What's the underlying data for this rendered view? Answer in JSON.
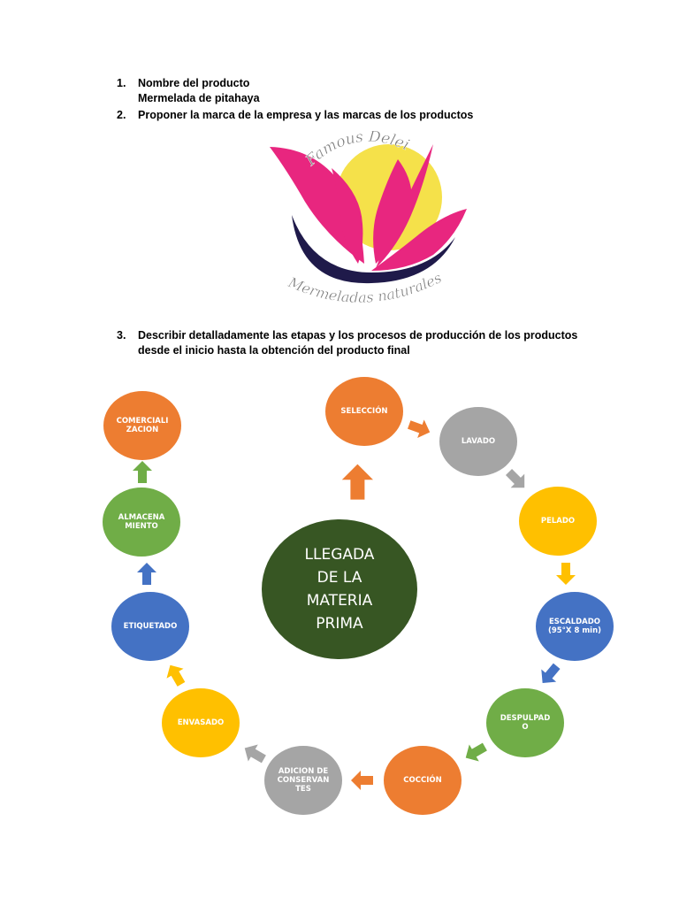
{
  "list": {
    "item1": {
      "number": "1.",
      "line1": "Nombre del producto",
      "line2": "Mermelada de pitahaya"
    },
    "item2": {
      "number": "2.",
      "line1": "Proponer la marca de la empresa y las marcas de los productos"
    },
    "item3": {
      "number": "3.",
      "line1": "Describir detalladamente las etapas y los procesos de producción de los productos",
      "line2": "desde el inicio hasta la obtención del producto final"
    }
  },
  "logo": {
    "brand_text": "Famous Deleit",
    "tagline_text": "Mermeladas naturales",
    "colors": {
      "petal": "#e8267f",
      "sun": "#f5e14a",
      "arc": "#1f1a4a",
      "text": "#7a7a7a"
    }
  },
  "diagram": {
    "center_label": "LLEGADA\nDE LA\nMATERIA\nPRIMA",
    "center_color": "#375623",
    "steps": [
      {
        "label": "SELECCIÓN",
        "color": "#ed7d31"
      },
      {
        "label": "LAVADO",
        "color": "#a5a5a5"
      },
      {
        "label": "PELADO",
        "color": "#ffc000"
      },
      {
        "label": "ESCALDADO\n(95°X 8 min)",
        "color": "#4472c4"
      },
      {
        "label": "DESPULPAD\nO",
        "color": "#70ad47"
      },
      {
        "label": "COCCIÓN",
        "color": "#ed7d31"
      },
      {
        "label": "ADICION DE\nCONSERVAN\nTES",
        "color": "#a5a5a5"
      },
      {
        "label": "ENVASADO",
        "color": "#ffc000"
      },
      {
        "label": "ETIQUETADO",
        "color": "#4472c4"
      },
      {
        "label": "ALMACENA\nMIENTO",
        "color": "#70ad47"
      },
      {
        "label": "COMERCIALI\nZACION",
        "color": "#ed7d31"
      }
    ]
  }
}
